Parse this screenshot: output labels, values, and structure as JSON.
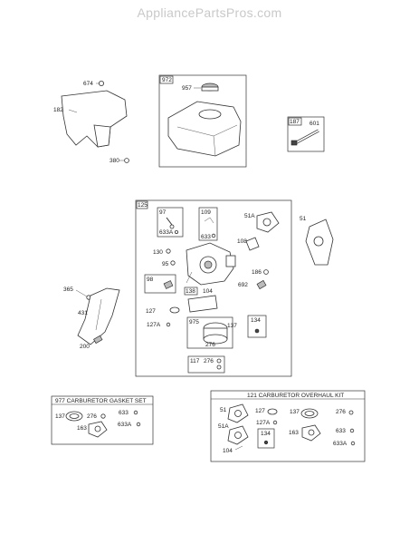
{
  "watermark": "AppliancePartsPros.com",
  "callouts": {
    "c674": "674",
    "c182": "182",
    "c380": "380",
    "c972": "972",
    "c957": "957",
    "c187": "187",
    "c601": "601",
    "c125": "125",
    "c97": "97",
    "c633A_97": "633A",
    "c109": "109",
    "c633_109": "633",
    "c51A": "51A",
    "c51": "51",
    "c130": "130",
    "c95": "95",
    "c108": "108",
    "c186": "186",
    "c692": "692",
    "c98": "98",
    "c138": "138",
    "c104": "104",
    "c127": "127",
    "c127A": "127A",
    "c975": "975",
    "c137": "137",
    "c276_975": "276",
    "c134": "134",
    "c117": "117",
    "c276_117": "276",
    "c365": "365",
    "c431": "431",
    "c200": "200"
  },
  "kit977": {
    "title": "977 CARBURETOR GASKET SET",
    "labels": {
      "a137": "137",
      "a276": "276",
      "a633": "633",
      "a633A": "633A",
      "a163": "163"
    }
  },
  "kit121": {
    "title": "121 CARBURETOR OVERHAUL KIT",
    "labels": {
      "b51": "51",
      "b127": "127",
      "b137": "137",
      "b276": "276",
      "b127A": "127A",
      "b51A": "51A",
      "b134": "134",
      "b163": "163",
      "b633": "633",
      "b633A": "633A",
      "b104": "104"
    }
  }
}
